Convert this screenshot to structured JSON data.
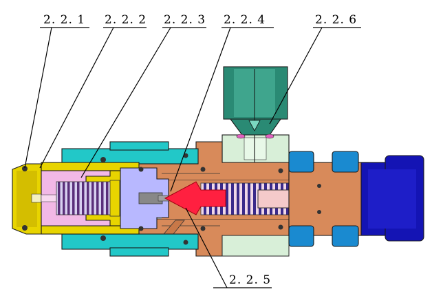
{
  "diagram": {
    "callouts": [
      {
        "id": "c1",
        "text": "2. 2. 1"
      },
      {
        "id": "c2",
        "text": "2. 2. 2"
      },
      {
        "id": "c3",
        "text": "2. 2. 3"
      },
      {
        "id": "c4",
        "text": "2. 2. 4"
      },
      {
        "id": "c5",
        "text": "2. 2. 5"
      },
      {
        "id": "c6",
        "text": "2. 2. 6"
      }
    ],
    "colors": {
      "brass": "#e8d400",
      "pink": "#f2b8e6",
      "copper": "#d88a5a",
      "teal": "#22c8c8",
      "lavender": "#b8b8ff",
      "blue": "#1414b4",
      "mint": "#d8efd8",
      "dark_green": "#2a8a74",
      "spring": "#6a3a8a",
      "arrow_red": "#ff2040",
      "light_pink": "#f4caca"
    }
  }
}
